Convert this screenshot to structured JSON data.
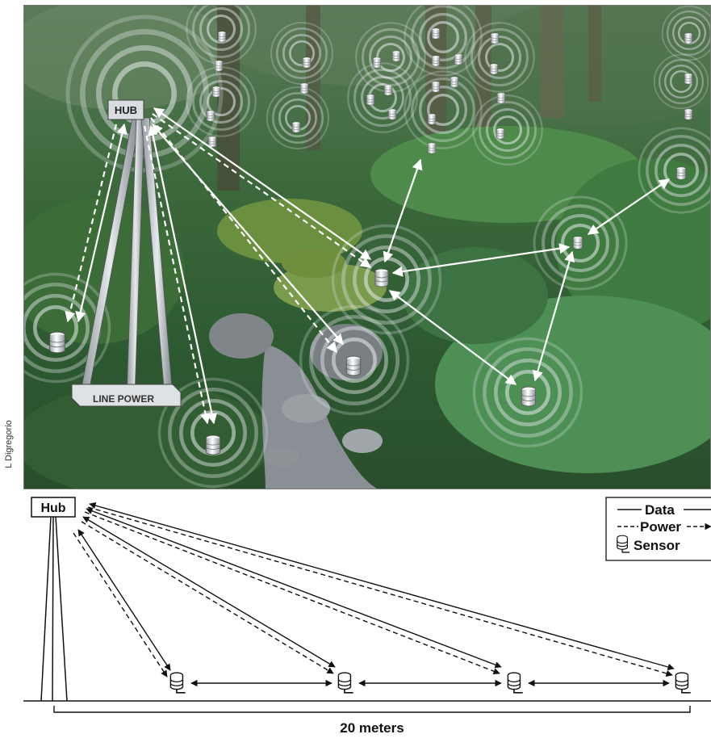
{
  "photo": {
    "hub_label": "HUB",
    "power_label": "LINE POWER"
  },
  "schematic": {
    "hub_label": "Hub",
    "scale_label": "20 meters",
    "legend": {
      "data": "Data",
      "power": "Power",
      "sensor": "Sensor"
    }
  },
  "credit": "L Digregorio",
  "colors": {
    "foliage_dark": "#1f3b24",
    "foliage_mid": "#3f6b3a",
    "foliage_light": "#7fae6a",
    "stream": "#8a8f96",
    "line": "#111111",
    "photo_arrow": "#ffffff"
  }
}
